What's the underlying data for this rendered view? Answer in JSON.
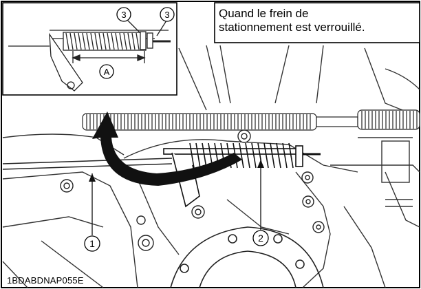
{
  "note": {
    "line1": "Quand le frein de",
    "line2": "stationnement est verrouillé."
  },
  "labels": {
    "cable": "1",
    "spring": "2",
    "nut_left": "3",
    "nut_right": "3",
    "dimension": "A"
  },
  "figure_code": "1BDABDNAP055E"
}
